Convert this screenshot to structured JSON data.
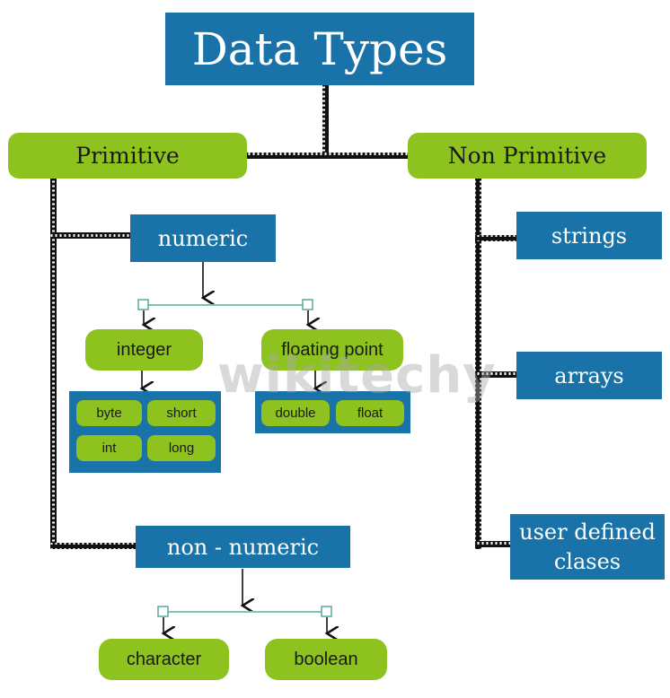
{
  "title": "Data Types",
  "branches": {
    "primitive": "Primitive",
    "non_primitive": "Non Primitive"
  },
  "primitive": {
    "numeric": "numeric",
    "integer": "integer",
    "floating_point": "floating point",
    "integer_types": [
      "byte",
      "short",
      "int",
      "long"
    ],
    "float_types": [
      "double",
      "float"
    ],
    "non_numeric": "non - numeric",
    "character": "character",
    "boolean": "boolean"
  },
  "non_primitive_items": {
    "strings": "strings",
    "arrays": "arrays",
    "user_defined": "user defined clases"
  },
  "watermark": "wikitechy",
  "colors": {
    "blue": "#1a73a8",
    "green": "#8dc21f",
    "connector": "#111111",
    "thin_line": "#7fc4b4"
  }
}
